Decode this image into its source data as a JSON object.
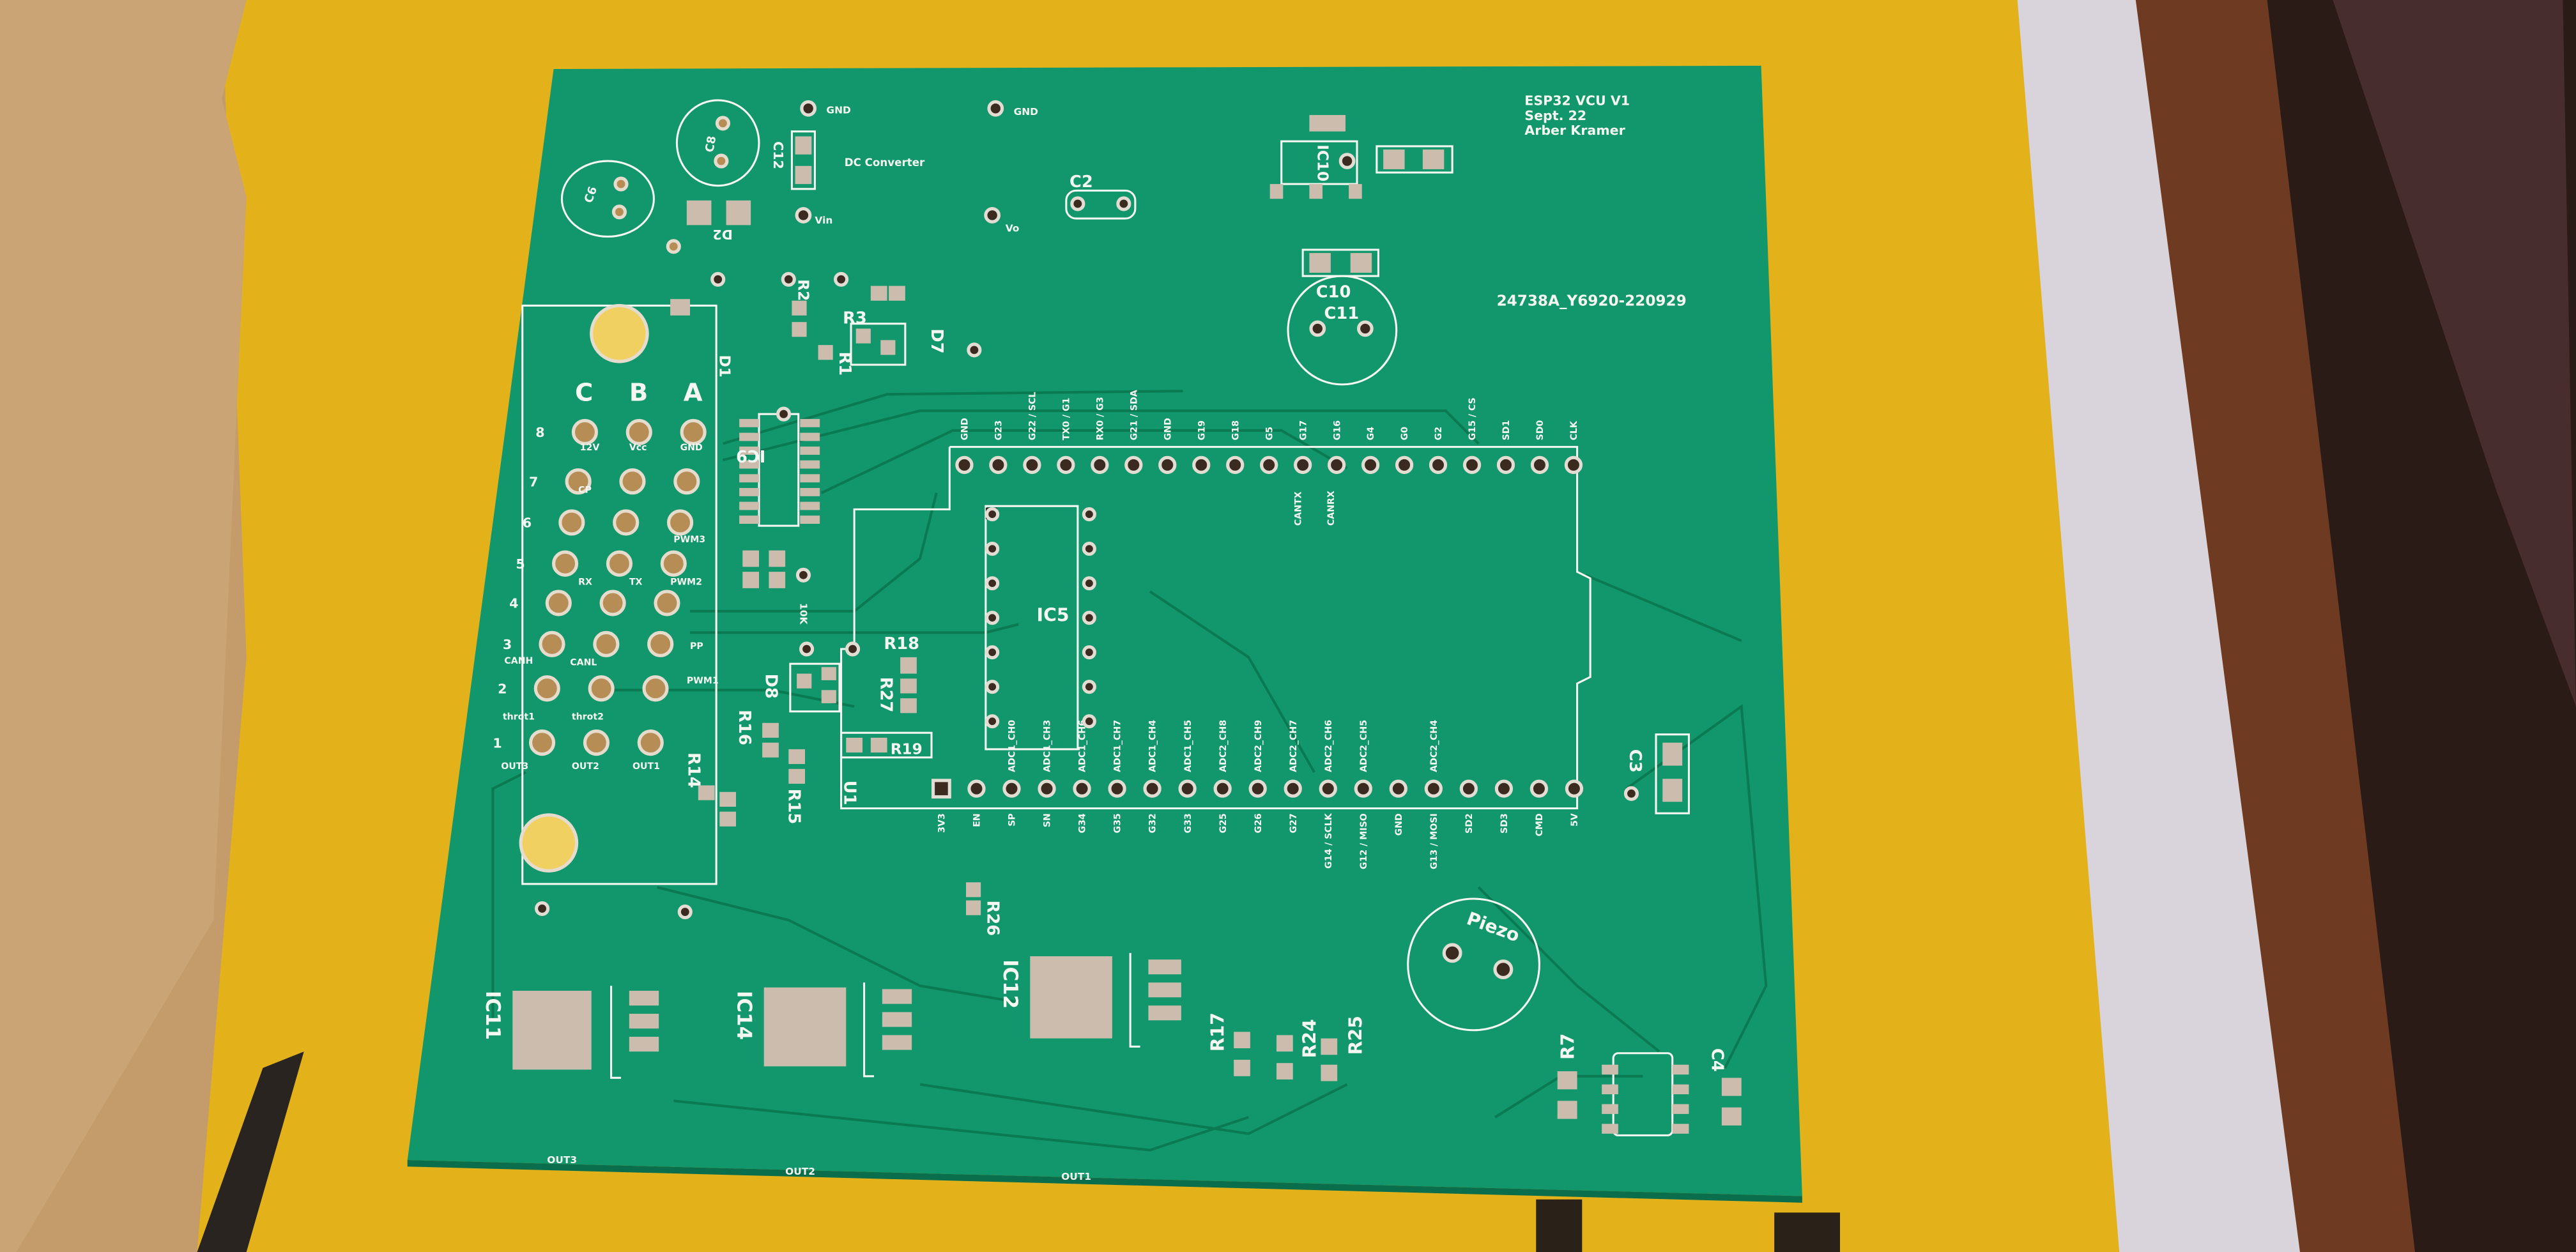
{
  "board": {
    "title": "ESP32 VCU V1",
    "date": "Sept. 22",
    "author": "Arber Kramer",
    "order_code": "24738A_Y6920-220929"
  },
  "dc_converter": {
    "label": "DC Converter",
    "gnd_left": "GND",
    "gnd_right": "GND",
    "vin": "Vin",
    "vo": "Vo"
  },
  "connector": {
    "columns": [
      "C",
      "B",
      "A"
    ],
    "rows": [
      "8",
      "7",
      "6",
      "5",
      "4",
      "3",
      "2",
      "1"
    ],
    "pin_labels": {
      "l12v": "12V",
      "vcc": "Vcc",
      "gnd": "GND",
      "cp": "CP",
      "pwm3": "PWM3",
      "rx": "RX",
      "tx": "TX",
      "pwm2": "PWM2",
      "pp": "PP",
      "canh": "CANH",
      "canl": "CANL",
      "pwm1": "PWM1",
      "throt1": "throt1",
      "throt2": "throt2",
      "out3": "OUT3",
      "out2": "OUT2",
      "out1": "OUT1"
    }
  },
  "esp32_header": {
    "top_pins": [
      "GND",
      "G23",
      "G22 / SCL",
      "TX0 / G1",
      "RX0 / G3",
      "G21 / SDA",
      "GND",
      "G19",
      "G18",
      "G5",
      "G17",
      "G16",
      "G4",
      "G0",
      "G2",
      "G15 / CS",
      "SD1",
      "SD0",
      "CLK"
    ],
    "bottom_pins": [
      "3V3",
      "EN",
      "SP",
      "SN",
      "G34",
      "G35",
      "G32",
      "G33",
      "G25",
      "G26",
      "G27",
      "G14 / SCLK",
      "G12 / MISO",
      "GND",
      "G13 / MOSI",
      "SD2",
      "SD3",
      "CMD",
      "5V"
    ],
    "bottom_adc": [
      "",
      "",
      "ADC1_CH0",
      "ADC1_CH3",
      "ADC1_CH6",
      "ADC1_CH7",
      "ADC1_CH4",
      "ADC1_CH5",
      "ADC2_CH8",
      "ADC2_CH9",
      "ADC2_CH7",
      "ADC2_CH6",
      "ADC2_CH5",
      "",
      "ADC2_CH4",
      "",
      "",
      "",
      ""
    ],
    "can_tx": "CANTX",
    "can_rx": "CANRX"
  },
  "refdes": {
    "c2": "C2",
    "c6": "C6",
    "c8": "C8",
    "c12": "C12",
    "d2": "D2",
    "c10": "C10",
    "c11": "C11",
    "ic10": "IC10",
    "c3": "C3",
    "c4": "C4",
    "r1": "R1",
    "r2": "R2",
    "r3": "R3",
    "d1": "D1",
    "d7": "D7",
    "ic9": "IC9",
    "ic5": "IC5",
    "r10k": "10K",
    "r18": "R18",
    "r27": "R27",
    "r19": "R19",
    "d8": "D8",
    "r16": "R16",
    "r14": "R14",
    "r15": "R15",
    "u1": "U1",
    "r26": "R26",
    "ic11": "IC11",
    "ic14": "IC14",
    "ic12": "IC12",
    "r17": "R17",
    "r24": "R24",
    "r25": "R25",
    "r7": "R7",
    "piezo": "Piezo"
  },
  "outputs": {
    "out3": "OUT3",
    "out2": "OUT2",
    "out1": "OUT1"
  },
  "colors": {
    "pcb": "#12976c",
    "silkscreen": "#f4f7f2",
    "tape": "#e5b41c",
    "cardboard": "#c49c6c",
    "wood": "#6e3b22"
  }
}
